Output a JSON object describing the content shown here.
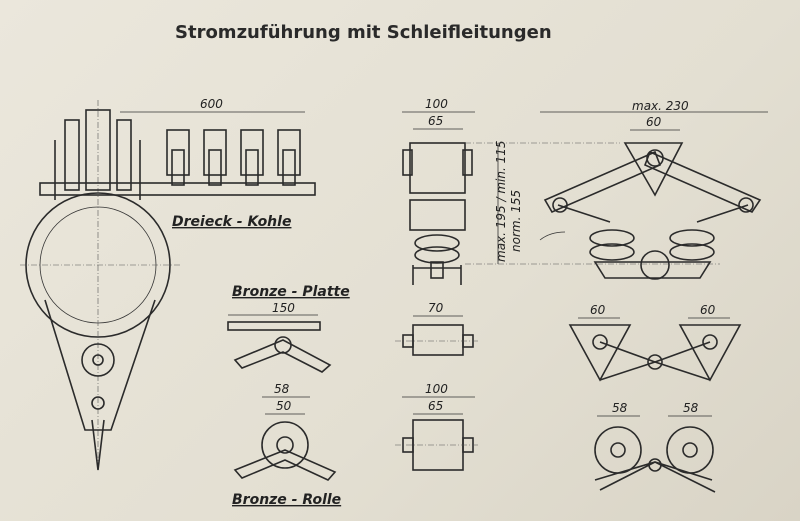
{
  "title": "Stromzuführung mit Schleifleitungen",
  "dreieck_kohle": {
    "caption": "Dreieck - Kohle",
    "dim_width": "600"
  },
  "bronze_platte": {
    "caption": "Bronze - Platte",
    "dim_width": "150"
  },
  "bronze_rolle": {
    "caption": "Bronze - Rolle",
    "dim_outer": "58",
    "dim_inner": "50"
  },
  "front_view": {
    "dim_outer": "100",
    "dim_inner": "65",
    "dim_height_max_min": "max. 195 / min. 115",
    "dim_height_norm": "norm. 155"
  },
  "platte_front": {
    "dim_width": "70"
  },
  "rolle_front": {
    "dim_outer": "100",
    "dim_inner": "65"
  },
  "scissor_view": {
    "dim_max": "max. 230",
    "dim_triangle": "60"
  },
  "scissor_platte": {
    "dim_left": "60",
    "dim_right": "60"
  },
  "scissor_rolle": {
    "dim_left": "58",
    "dim_right": "58"
  }
}
